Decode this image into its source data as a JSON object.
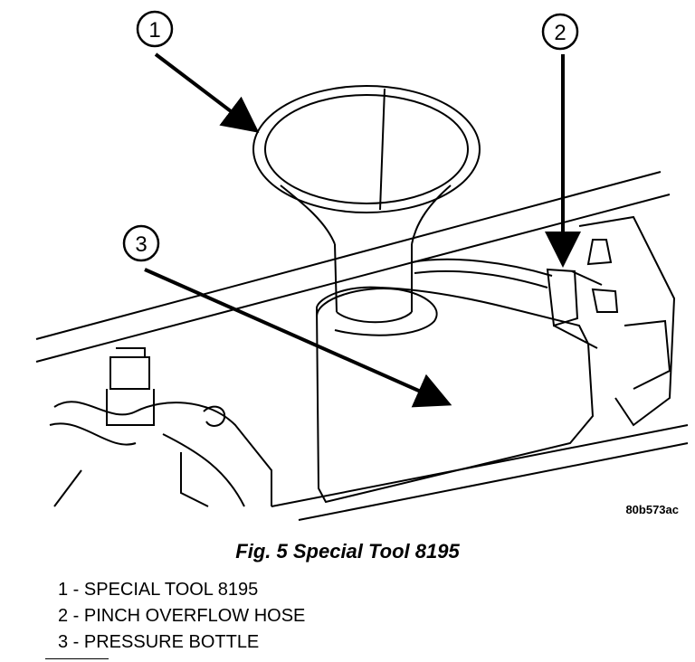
{
  "callouts": [
    {
      "number": "1"
    },
    {
      "number": "2"
    },
    {
      "number": "3"
    }
  ],
  "figure_id": "80b573ac",
  "caption": "Fig. 5 Special Tool 8195",
  "legend": [
    {
      "text": "1 - SPECIAL TOOL 8195"
    },
    {
      "text": "2 - PINCH OVERFLOW HOSE"
    },
    {
      "text": "3 - PRESSURE BOTTLE"
    }
  ]
}
